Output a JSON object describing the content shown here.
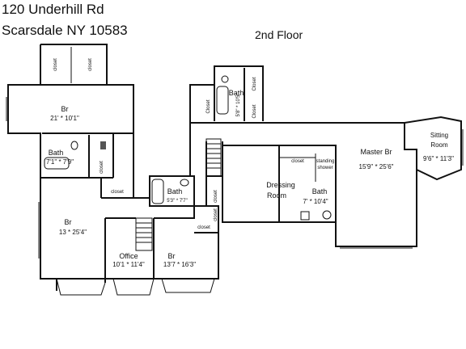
{
  "header": {
    "address_line1": "120 Underhill Rd",
    "address_line2": "Scarsdale NY 10583",
    "floor_label": "2nd Floor"
  },
  "rooms": {
    "br_top": {
      "name": "Br",
      "dims": "21' * 10'1\""
    },
    "bath_left": {
      "name": "Bath",
      "dims": "7'1\" * 7'9\""
    },
    "br_left": {
      "name": "Br",
      "dims": "13 * 25'4\""
    },
    "office": {
      "name": "Office",
      "dims": "10'1 * 11'4\""
    },
    "bath_mid": {
      "name": "Bath",
      "dims": "5'3\" * 7'7\""
    },
    "br_mid": {
      "name": "Br",
      "dims": "13'7 * 16'3\""
    },
    "bath_top": {
      "name": "Bath",
      "dims": "5'8\" * 10'5\""
    },
    "dressing": {
      "name": "Dressing\nRoom",
      "name_line1": "Dressing",
      "name_line2": "Room"
    },
    "bath_master": {
      "name": "Bath",
      "dims": "7' * 10'4\""
    },
    "master": {
      "name": "Master Br",
      "dims": "15'9\" * 25'6\""
    },
    "sitting": {
      "name_line1": "Sitting",
      "name_line2": "Room",
      "dims": "9'6\" * 11'3\""
    }
  },
  "labels": {
    "closet": "closet",
    "closet_cap": "Closet",
    "standing": "standing",
    "shower": "shower"
  }
}
